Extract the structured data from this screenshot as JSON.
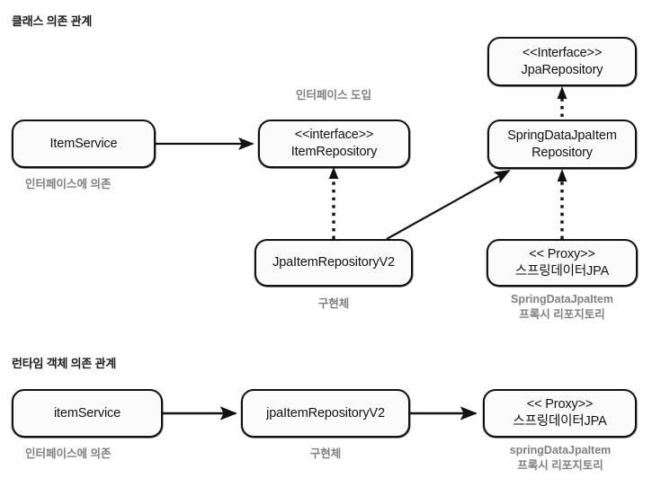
{
  "sections": [
    {
      "id": "class-dependency",
      "heading": "클래스 의존 관계"
    },
    {
      "id": "runtime-dependency",
      "heading": "런타임 객체 의존 관계"
    }
  ],
  "class_diagram": {
    "heading": "클래스 의존 관계",
    "nodes": [
      {
        "id": "item-service",
        "line1": "ItemService",
        "line2": ""
      },
      {
        "id": "item-repository",
        "line1": "<<interface>>",
        "line2": "ItemRepository"
      },
      {
        "id": "jpa-repository",
        "line1": "<<Interface>>",
        "line2": "JpaRepository"
      },
      {
        "id": "spring-data-jpa-item-repository",
        "line1": "SpringDataJpaItem",
        "line2": "Repository"
      },
      {
        "id": "jpa-item-repository-v2",
        "line1": "JpaItemRepositoryV2",
        "line2": ""
      },
      {
        "id": "proxy-spring-data-jpa",
        "line1": "<< Proxy>>",
        "line2": "스프링데이터JPA"
      }
    ],
    "captions": [
      {
        "id": "interface-dependency-caption",
        "text": "인터페이스에 의존"
      },
      {
        "id": "interface-introduction-caption",
        "text": "인터페이스 도입"
      },
      {
        "id": "implementation-caption",
        "text": "구현체"
      },
      {
        "id": "proxy-repository-caption-line1",
        "text": "SpringDataJpaItem"
      },
      {
        "id": "proxy-repository-caption-line2",
        "text": "프록시 리포지토리"
      }
    ]
  },
  "runtime_diagram": {
    "heading": "런타임 객체 의존 관계",
    "nodes": [
      {
        "id": "item-service-instance",
        "line1": "itemService",
        "line2": ""
      },
      {
        "id": "jpa-item-repository-v2-instance",
        "line1": "jpaItemRepositoryV2",
        "line2": ""
      },
      {
        "id": "proxy-spring-data-jpa-instance",
        "line1": "<< Proxy>>",
        "line2": "스프링데이터JPA"
      }
    ],
    "captions": [
      {
        "id": "interface-dependency-caption-runtime",
        "text": "인터페이스에 의존"
      },
      {
        "id": "implementation-caption-runtime",
        "text": "구현체"
      },
      {
        "id": "proxy-repository-caption-runtime-line1",
        "text": "springDataJpaItem"
      },
      {
        "id": "proxy-repository-caption-runtime-line2",
        "text": "프록시 리포지토리"
      }
    ]
  },
  "edges": [
    {
      "id": "item-service-to-item-repository",
      "style": "solid",
      "from": "ItemService",
      "to": "ItemRepository"
    },
    {
      "id": "jpa-item-repository-v2-to-item-repository",
      "style": "dotted",
      "from": "JpaItemRepositoryV2",
      "to": "ItemRepository"
    },
    {
      "id": "jpa-item-repository-v2-to-spring-data-jpa-item-repository",
      "style": "solid",
      "from": "JpaItemRepositoryV2",
      "to": "SpringDataJpaItemRepository"
    },
    {
      "id": "spring-data-jpa-item-repository-to-jpa-repository",
      "style": "dotted",
      "from": "SpringDataJpaItemRepository",
      "to": "JpaRepository"
    },
    {
      "id": "proxy-to-spring-data-jpa-item-repository",
      "style": "dotted",
      "from": "Proxy 스프링데이터JPA",
      "to": "SpringDataJpaItemRepository"
    },
    {
      "id": "item-service-instance-to-jpa-item-repository-v2-instance",
      "style": "solid",
      "from": "itemService",
      "to": "jpaItemRepositoryV2"
    },
    {
      "id": "jpa-item-repository-v2-instance-to-proxy-instance",
      "style": "solid",
      "from": "jpaItemRepositoryV2",
      "to": "Proxy 스프링데이터JPA"
    }
  ],
  "colors": {
    "heading": "#1c1c1c",
    "caption": "#808080",
    "node_border": "#111111",
    "node_fill": "#fbfbfb",
    "arrow": "#111111",
    "background": "#ffffff"
  }
}
